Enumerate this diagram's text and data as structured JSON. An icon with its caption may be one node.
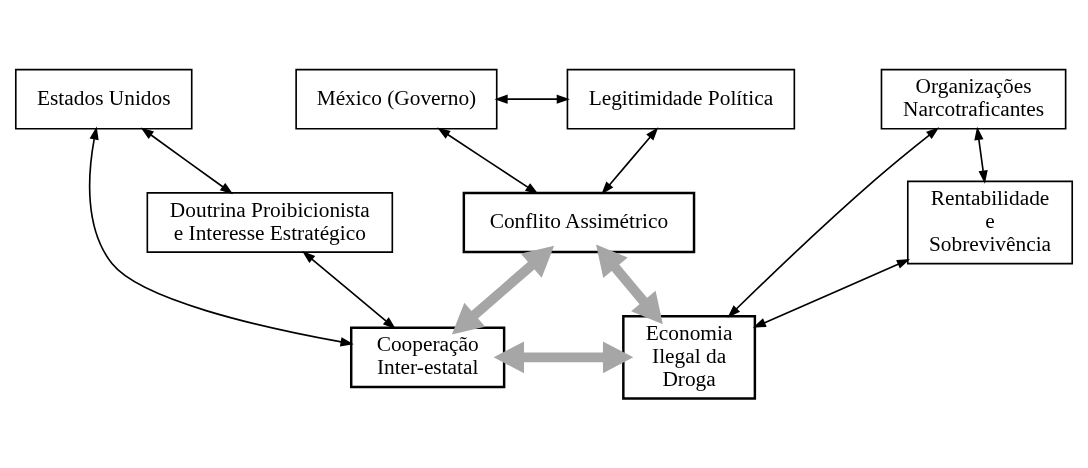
{
  "diagram": {
    "nodes": [
      {
        "text": [
          "México (Governo)"
        ]
      },
      {
        "text": [
          "Legitimidade Política"
        ]
      },
      {
        "text": [
          "Conflito Assimétrico"
        ]
      },
      {
        "text": [
          "Estados Unidos"
        ]
      },
      {
        "text": [
          "Cooperação Inter-estatal"
        ]
      },
      {
        "text": [
          "Economia Ilegal da Droga"
        ]
      },
      {
        "text": [
          "Organizações Narcotraficantes"
        ]
      },
      {
        "text": [
          "Doutrina Proibicionista e Interesse Estratégico"
        ]
      },
      {
        "text": [
          "Rentabilidade e Sobrevivência"
        ]
      }
    ],
    "edges": [
      {
        "from": 0,
        "to": 1,
        "arrow": "both"
      },
      {
        "from": 0,
        "to": 2,
        "arrow": "both"
      },
      {
        "from": 1,
        "to": 2,
        "arrow": "both"
      },
      {
        "from": 2,
        "to": 4,
        "arrow": "both",
        "style": "thick",
        "color": "#a6a6a6"
      },
      {
        "from": 2,
        "to": 5,
        "arrow": "both",
        "style": "thick",
        "color": "#a6a6a6"
      },
      {
        "from": 4,
        "to": 5,
        "arrow": "both",
        "style": "thick",
        "color": "#a6a6a6"
      },
      {
        "from": 3,
        "to": 4,
        "arrow": "both"
      },
      {
        "from": 3,
        "to": 7,
        "arrow": "both"
      },
      {
        "from": 7,
        "to": 4,
        "arrow": "both"
      },
      {
        "from": 6,
        "to": 5,
        "arrow": "both"
      },
      {
        "from": 6,
        "to": 8,
        "arrow": "both"
      },
      {
        "from": 8,
        "to": 5,
        "arrow": "both"
      }
    ]
  }
}
